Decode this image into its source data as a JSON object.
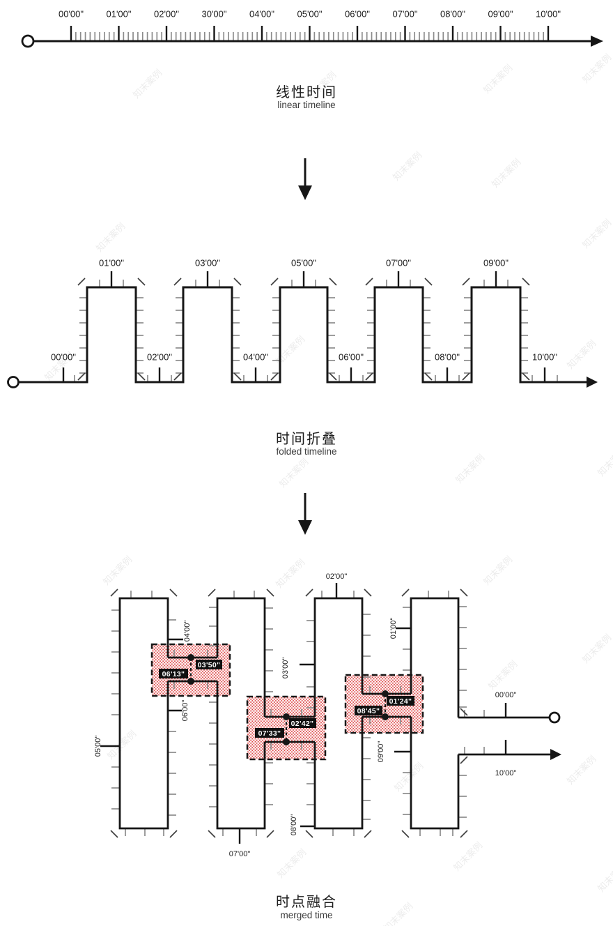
{
  "watermark": "知末案例",
  "sections": {
    "linear": {
      "title_zh": "线性时间",
      "title_en": "linear timeline"
    },
    "folded": {
      "title_zh": "时间折叠",
      "title_en": "folded timeline"
    },
    "merged": {
      "title_zh": "时点融合",
      "title_en": "merged time"
    }
  },
  "linear": {
    "labels": [
      "00'00\"",
      "01'00\"",
      "02'00\"",
      "30'00\"",
      "04'00\"",
      "05'00\"",
      "06'00\"",
      "07'00\"",
      "08'00\"",
      "09'00\"",
      "10'00\""
    ]
  },
  "folded": {
    "top": [
      "01'00\"",
      "03'00\"",
      "05'00\"",
      "07'00\"",
      "09'00\""
    ],
    "bottom": [
      "00'00\"",
      "02'00\"",
      "04'00\"",
      "06'00\"",
      "08'00\"",
      "10'00\""
    ]
  },
  "merged": {
    "t00": "00'00\"",
    "t01": "01'00\"",
    "t02": "02'00\"",
    "t03": "03'00\"",
    "t04": "04'00\"",
    "t05": "05'00\"",
    "t06": "06'00\"",
    "t07": "07'00\"",
    "t08": "08'00\"",
    "t09": "09'00\"",
    "t10": "10'00\"",
    "merges": [
      {
        "a": "03'50\"",
        "b": "06'13\""
      },
      {
        "a": "02'42\"",
        "b": "07'33\""
      },
      {
        "a": "01'24\"",
        "b": "08'45\""
      }
    ]
  },
  "colors": {
    "stroke": "#161616",
    "minor_tick": "#8c8c8c",
    "merge_fill_dot": "#dd4444",
    "badge_bg": "#101010",
    "badge_text": "#ffffff"
  }
}
